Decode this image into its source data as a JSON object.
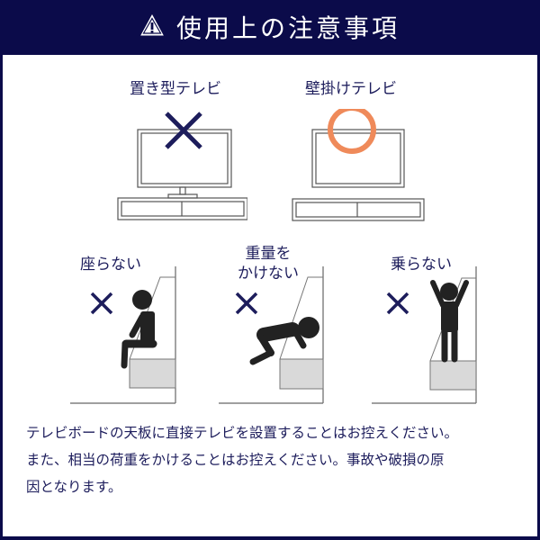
{
  "header": {
    "icon": "warning-triangle-icon",
    "title": "使用上の注意事項"
  },
  "tv_section": {
    "standing_tv": {
      "label": "置き型テレビ",
      "mark": "cross",
      "mark_color": "#1d1d5c"
    },
    "wall_tv": {
      "label": "壁掛けテレビ",
      "mark": "circle",
      "mark_color": "#ef8a5a"
    }
  },
  "prohibitions": [
    {
      "label": "座らない",
      "mark": "cross"
    },
    {
      "label_line1": "重量を",
      "label_line2": "かけない",
      "mark": "cross"
    },
    {
      "label": "乗らない",
      "mark": "cross"
    }
  ],
  "notice": {
    "line1": "テレビボードの天板に直接テレビを設置することはお控えください。",
    "line2": "また、相当の荷重をかけることはお控えください。事故や破損の原",
    "line3": "因となります。"
  },
  "colors": {
    "frame": "#0b0b4a",
    "text": "#1d1d5c",
    "ok_circle": "#ef8a5a",
    "figure": "#222222",
    "board_fill": "#d9d9d9"
  }
}
